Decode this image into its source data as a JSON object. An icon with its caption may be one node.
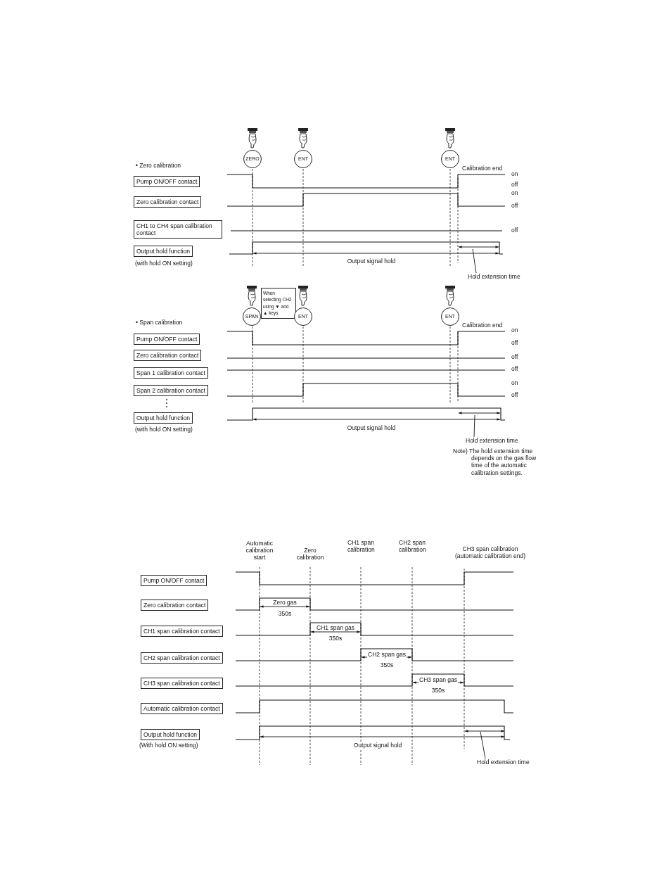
{
  "diagram": {
    "nodes": [
      {
        "text": [
          "ZERO"
        ]
      },
      {
        "text": [
          "ENT"
        ]
      },
      {
        "text": [
          "ENT"
        ]
      },
      {
        "text": [
          "Pump ON/OFF contact"
        ]
      },
      {
        "text": [
          "Zero calibration contact"
        ]
      },
      {
        "text": [
          "CH1 to CH4 span calibration contact"
        ]
      },
      {
        "text": [
          "Output hold function"
        ],
        "beside": [
          "(with hold ON setting)"
        ]
      },
      {
        "text": [
          "Hold extension time"
        ]
      },
      {
        "text": [
          "SPAN"
        ]
      },
      {
        "text": [
          "When selecting CH2 using ▼ and ▲ keys."
        ]
      },
      {
        "text": [
          "ENT"
        ]
      },
      {
        "text": [
          "ENT"
        ]
      },
      {
        "text": [
          "Pump ON/OFF contact"
        ]
      },
      {
        "text": [
          "Zero calibration contact"
        ]
      },
      {
        "text": [
          "Span 1 calibration contact"
        ]
      },
      {
        "text": [
          "Span 2 calibration contact"
        ]
      },
      {
        "text": [
          "Output hold function"
        ],
        "beside": [
          "(with hold ON setting)"
        ]
      },
      {
        "text": [
          "Hold extension time"
        ]
      },
      {
        "text": [
          "Pump ON/OFF contact"
        ]
      },
      {
        "text": [
          "Zero calibration contact"
        ]
      },
      {
        "text": [
          "CH1 span calibration contact"
        ]
      },
      {
        "text": [
          "CH2 span calibration contact"
        ]
      },
      {
        "text": [
          "CH3 span calibration contact"
        ]
      },
      {
        "text": [
          "Automatic calibration contact"
        ]
      },
      {
        "text": [
          "Output hold function"
        ],
        "beside": [
          "(With hold ON setting)"
        ]
      },
      {
        "text": [
          "Hold extension time"
        ]
      }
    ],
    "edges": [
      {
        "from": 7,
        "to": null,
        "arrow": "none"
      },
      {
        "from": 17,
        "to": null,
        "arrow": "none"
      },
      {
        "from": 25,
        "to": null,
        "arrow": "none"
      }
    ],
    "labels": [
      "• Zero calibration",
      "Calibration end",
      "on",
      "off",
      "on",
      "off",
      "off",
      "Output signal hold",
      "• Span calibration",
      "Calibration end",
      "on",
      "off",
      "off",
      "off",
      "on",
      "off",
      "Output signal hold",
      "Note) The hold extension time depends on the gas flow time of the automatic calibration settings.",
      "Automatic calibration start",
      "Zero calibration",
      "CH1 span calibration",
      "CH2 span calibration",
      "CH3 span calibration (automatic calibration end)",
      "Zero gas",
      "350s",
      "CH1 span gas",
      "350s",
      "CH2 span gas",
      "350s",
      "CH3 span gas",
      "350s",
      "Output signal hold"
    ]
  }
}
